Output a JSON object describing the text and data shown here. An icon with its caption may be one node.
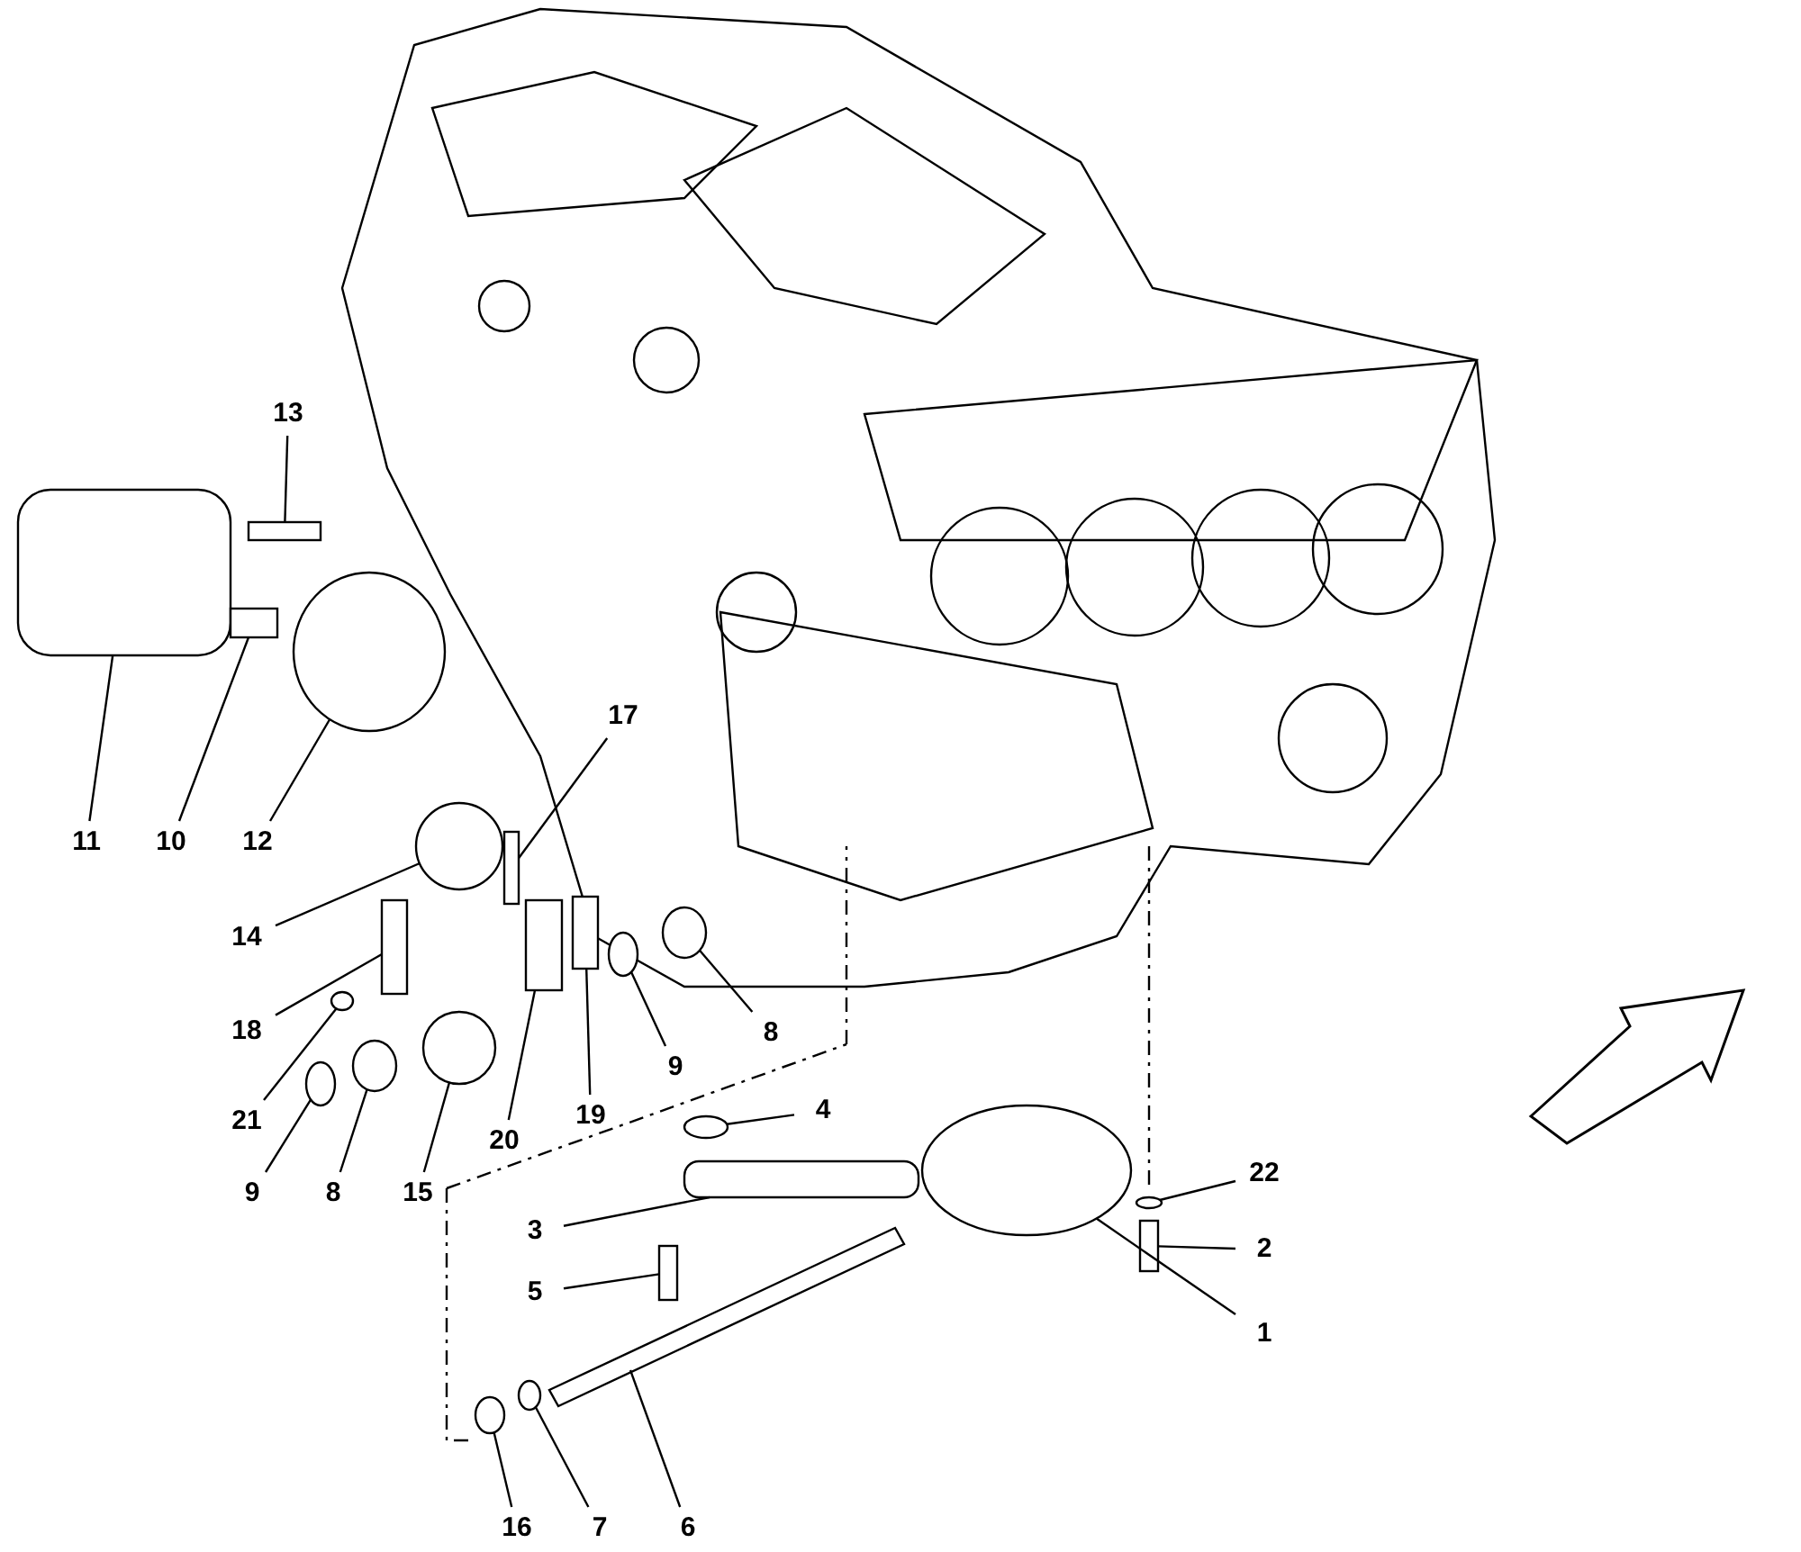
{
  "diagram": {
    "nodes": [
      {
        "text": [
          "13"
        ]
      },
      {
        "text": [
          "17"
        ]
      },
      {
        "text": [
          "11"
        ]
      },
      {
        "text": [
          "10"
        ]
      },
      {
        "text": [
          "12"
        ]
      },
      {
        "text": [
          "14"
        ]
      },
      {
        "text": [
          "18"
        ]
      },
      {
        "text": [
          "21"
        ]
      },
      {
        "text": [
          "9"
        ]
      },
      {
        "text": [
          "8"
        ]
      },
      {
        "text": [
          "15"
        ]
      },
      {
        "text": [
          "20"
        ]
      },
      {
        "text": [
          "19"
        ]
      },
      {
        "text": [
          "9"
        ]
      },
      {
        "text": [
          "8"
        ]
      },
      {
        "text": [
          "4"
        ]
      },
      {
        "text": [
          "3"
        ]
      },
      {
        "text": [
          "5"
        ]
      },
      {
        "text": [
          "22"
        ]
      },
      {
        "text": [
          "2"
        ]
      },
      {
        "text": [
          "1"
        ]
      },
      {
        "text": [
          "16"
        ]
      },
      {
        "text": [
          "7"
        ]
      },
      {
        "text": [
          "6"
        ]
      },
      {
        "text": [],
        "shape": "box"
      },
      {
        "text": [],
        "shape": "box"
      },
      {
        "text": [],
        "shape": "box"
      },
      {
        "text": [],
        "shape": "box"
      },
      {
        "text": [],
        "shape": "circle"
      },
      {
        "text": [],
        "shape": "circle"
      },
      {
        "text": [],
        "shape": "box"
      },
      {
        "text": [],
        "shape": "circle"
      },
      {
        "text": [],
        "shape": "circle"
      },
      {
        "text": [],
        "shape": "circle"
      },
      {
        "text": [],
        "shape": "circle"
      },
      {
        "text": [],
        "shape": "box"
      },
      {
        "text": [],
        "shape": "box"
      },
      {
        "text": [],
        "shape": "circle"
      },
      {
        "text": [],
        "shape": "circle"
      },
      {
        "text": [],
        "shape": "circle"
      },
      {
        "text": [],
        "shape": "box"
      },
      {
        "text": [],
        "shape": "box"
      },
      {
        "text": [],
        "shape": "circle"
      },
      {
        "text": [],
        "shape": "box"
      },
      {
        "text": [],
        "shape": "circle"
      },
      {
        "text": [],
        "shape": "circle"
      },
      {
        "text": [],
        "shape": "circle"
      },
      {
        "text": [],
        "shape": "bar"
      }
    ],
    "edges": [
      {
        "from": 0,
        "to": 24,
        "arrow": "none"
      },
      {
        "from": 1,
        "to": 25,
        "arrow": "none"
      },
      {
        "from": 2,
        "to": 26,
        "arrow": "none"
      },
      {
        "from": 3,
        "to": 27,
        "arrow": "none"
      },
      {
        "from": 4,
        "to": 28,
        "arrow": "none"
      },
      {
        "from": 5,
        "to": 29,
        "arrow": "none"
      },
      {
        "from": 6,
        "to": 30,
        "arrow": "none"
      },
      {
        "from": 7,
        "to": 31,
        "arrow": "none"
      },
      {
        "from": 8,
        "to": 32,
        "arrow": "none"
      },
      {
        "from": 9,
        "to": 33,
        "arrow": "none"
      },
      {
        "from": 10,
        "to": 34,
        "arrow": "none"
      },
      {
        "from": 11,
        "to": 35,
        "arrow": "none"
      },
      {
        "from": 12,
        "to": 36,
        "arrow": "none"
      },
      {
        "from": 13,
        "to": 37,
        "arrow": "none"
      },
      {
        "from": 14,
        "to": 38,
        "arrow": "none"
      },
      {
        "from": 15,
        "to": 39,
        "arrow": "none"
      },
      {
        "from": 16,
        "to": 40,
        "arrow": "none"
      },
      {
        "from": 17,
        "to": 41,
        "arrow": "none"
      },
      {
        "from": 18,
        "to": 42,
        "arrow": "none"
      },
      {
        "from": 19,
        "to": 43,
        "arrow": "none"
      },
      {
        "from": 20,
        "to": 44,
        "arrow": "none"
      },
      {
        "from": 21,
        "to": 45,
        "arrow": "none"
      },
      {
        "from": 22,
        "to": 46,
        "arrow": "none"
      },
      {
        "from": 23,
        "to": 47,
        "arrow": "none"
      }
    ]
  }
}
